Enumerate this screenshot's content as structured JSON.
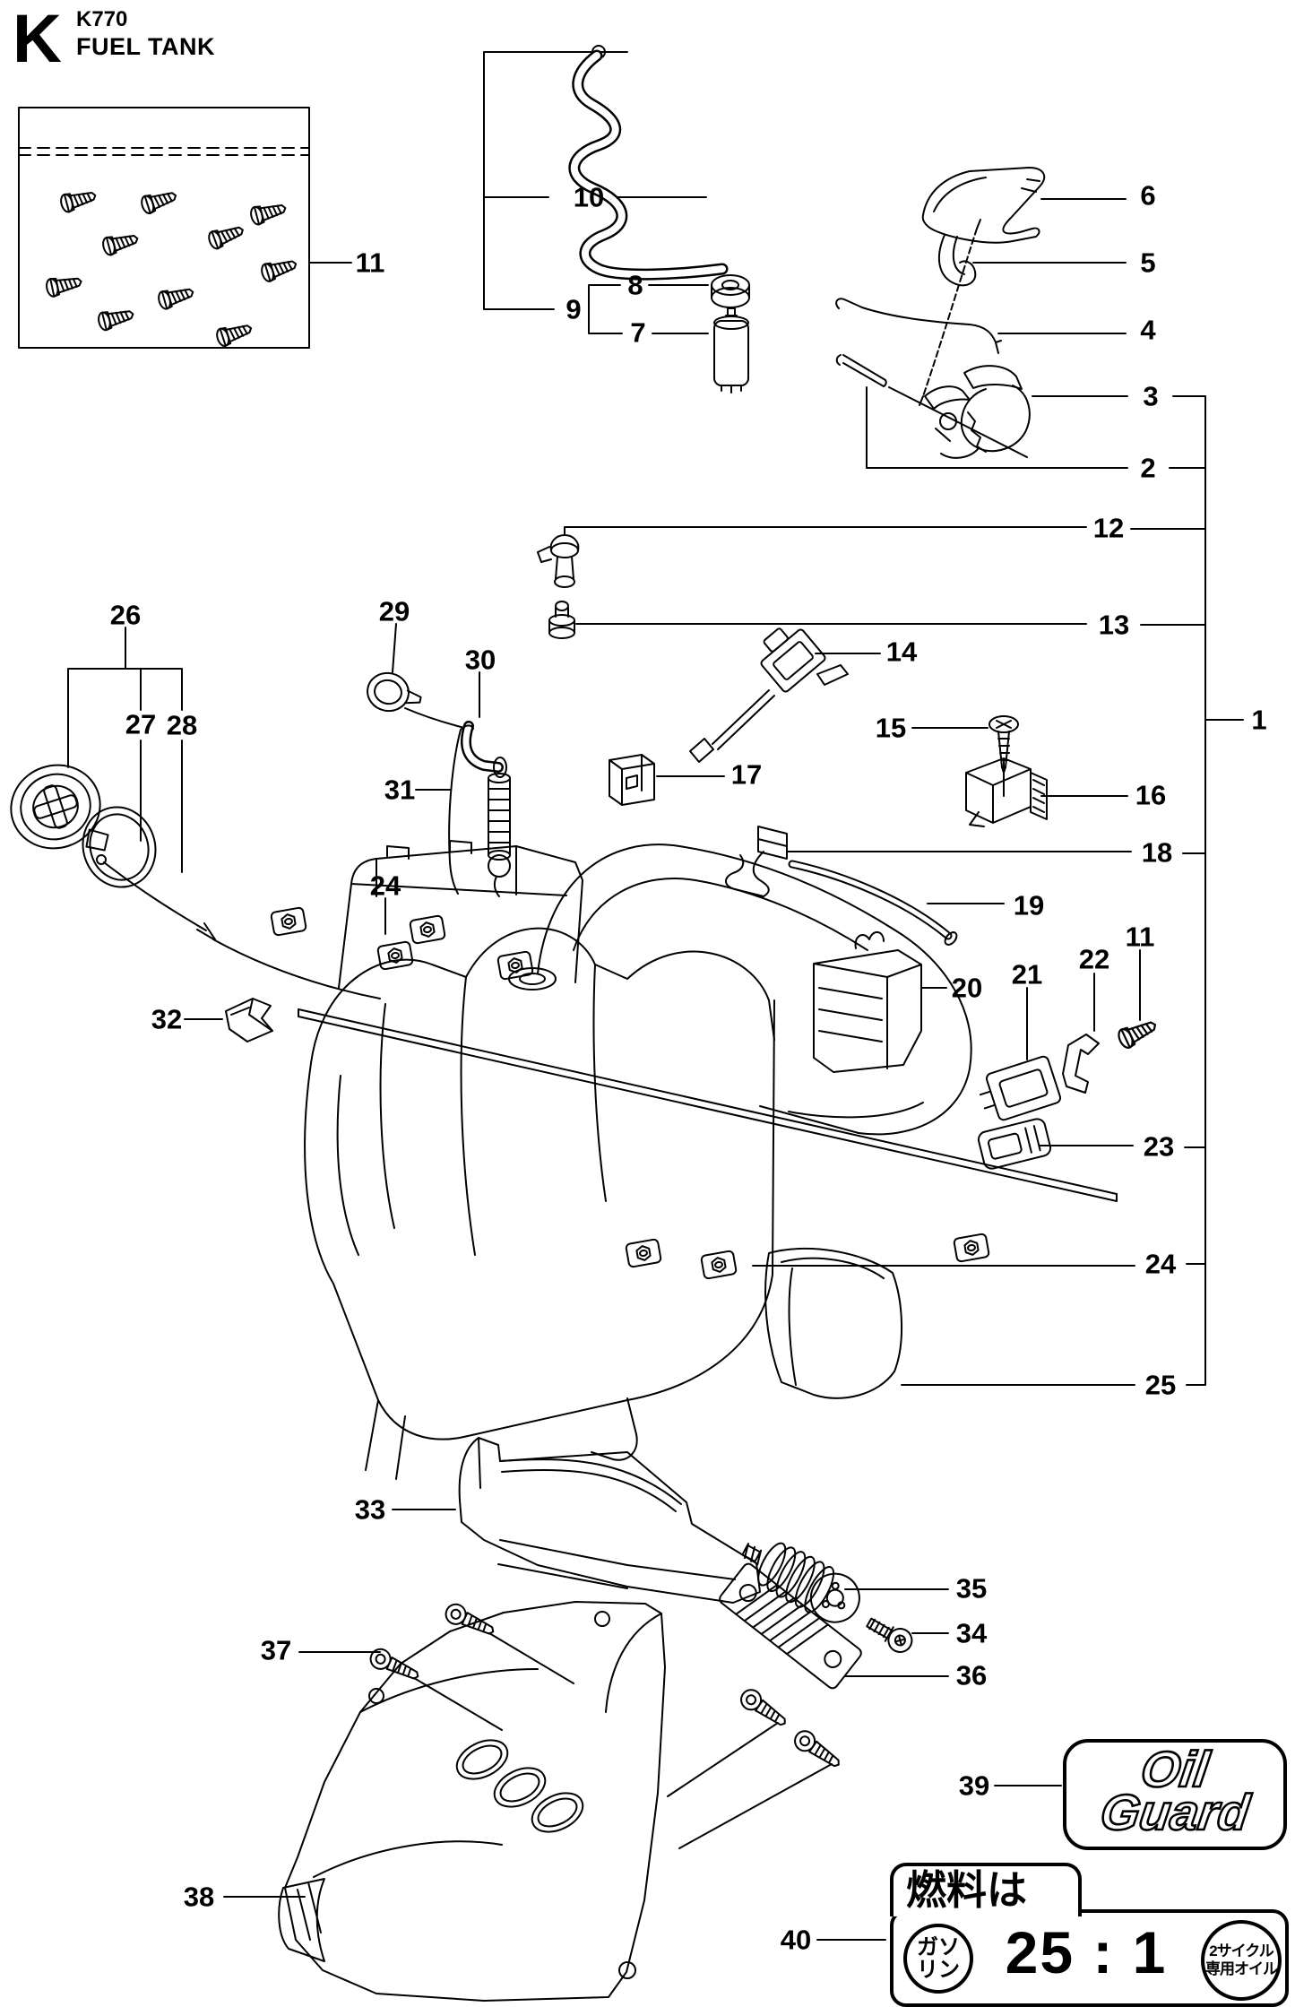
{
  "header": {
    "section_letter": "K",
    "model": "K770",
    "page_title": "FUEL TANK"
  },
  "callouts": {
    "c1": "1",
    "c2": "2",
    "c3": "3",
    "c4": "4",
    "c5": "5",
    "c6": "6",
    "c7": "7",
    "c8": "8",
    "c9": "9",
    "c10": "10",
    "c11": "11",
    "c12": "12",
    "c13": "13",
    "c14": "14",
    "c15": "15",
    "c16": "16",
    "c17": "17",
    "c18": "18",
    "c19": "19",
    "c20": "20",
    "c21": "21",
    "c22": "22",
    "c23": "23",
    "c24": "24",
    "c25": "25",
    "c26": "26",
    "c27": "27",
    "c28": "28",
    "c29": "29",
    "c30": "30",
    "c31": "31",
    "c32": "32",
    "c33": "33",
    "c34": "34",
    "c35": "35",
    "c36": "36",
    "c37": "37",
    "c38": "38",
    "c39": "39",
    "c40": "40"
  },
  "oil_guard_badge": {
    "line1": "Oil",
    "line2": "Guard"
  },
  "fuel_mix_label": {
    "heading": "燃料は",
    "gas_circle_line1": "ガソ",
    "gas_circle_line2": "リン",
    "ratio": "25 : 1",
    "oil_circle_line1": "2サイクル",
    "oil_circle_line2": "専用オイル"
  },
  "colors": {
    "line": "#000000",
    "background": "#ffffff"
  }
}
